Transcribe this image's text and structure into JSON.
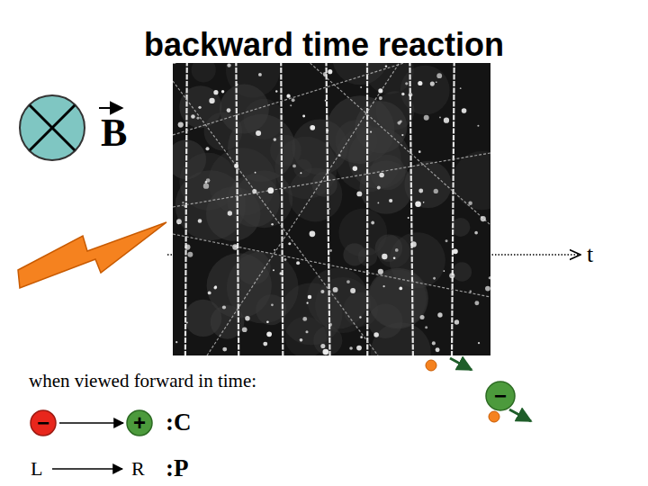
{
  "diagram": {
    "title": "backward time reaction",
    "nodes": [
      {
        "text": [
          "−"
        ]
      },
      {
        "text": [
          "+"
        ]
      },
      {
        "text": [
          "−"
        ]
      }
    ],
    "edges": [
      {
        "from": 0,
        "to": 1,
        "arrow": "to"
      }
    ],
    "labels": [
      "B",
      "t",
      "when viewed forward in time:",
      ":C",
      "L",
      "R",
      ":P"
    ]
  }
}
